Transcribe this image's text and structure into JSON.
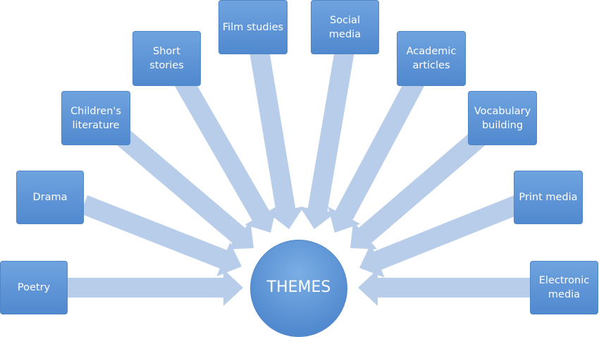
{
  "diagram": {
    "center_label": "THEMES",
    "themes": [
      {
        "id": "poetry",
        "label": "Poetry"
      },
      {
        "id": "drama",
        "label": "Drama"
      },
      {
        "id": "children",
        "label": "Children's\nliterature"
      },
      {
        "id": "short",
        "label": "Short\nstories"
      },
      {
        "id": "film",
        "label": "Film studies"
      },
      {
        "id": "social",
        "label": "Social\nmedia"
      },
      {
        "id": "academic",
        "label": "Academic\narticles"
      },
      {
        "id": "vocab",
        "label": "Vocabulary\nbuilding"
      },
      {
        "id": "print",
        "label": "Print media"
      },
      {
        "id": "electronic",
        "label": "Electronic\nmedia"
      }
    ],
    "colors": {
      "box_fill": "#5b93d3",
      "box_border": "#4f86c6",
      "arrow_fill": "#b8cde9",
      "text": "#ffffff"
    }
  }
}
